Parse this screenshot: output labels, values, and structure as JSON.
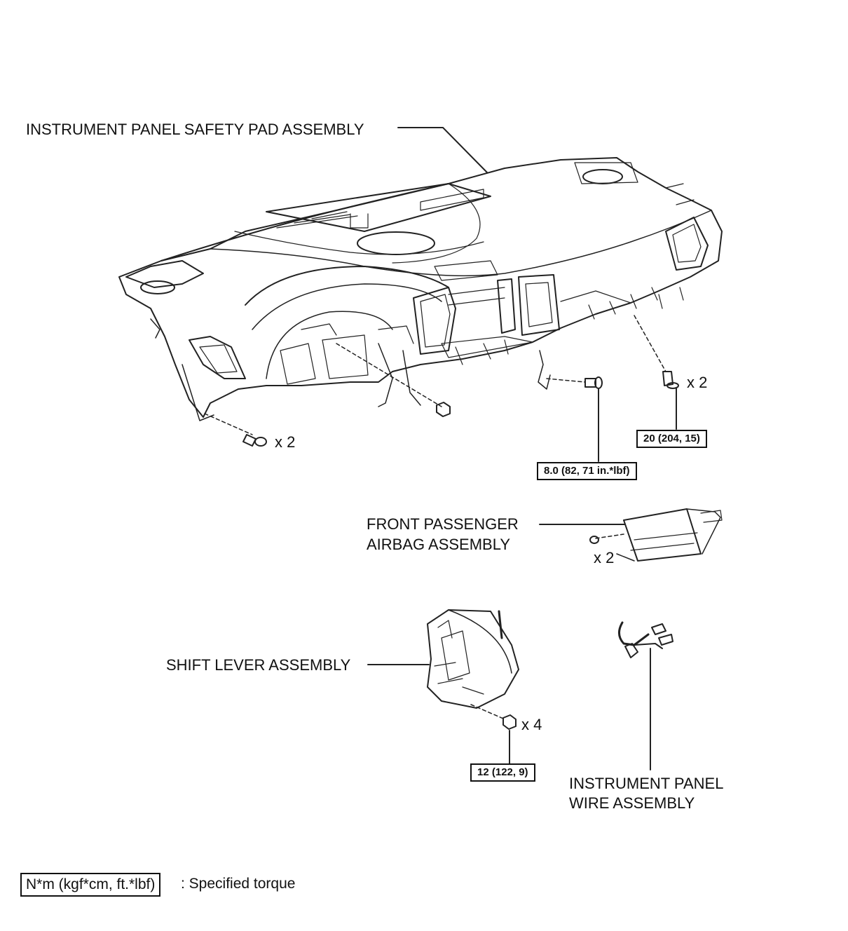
{
  "labels": {
    "safety_pad": "INSTRUMENT PANEL SAFETY PAD ASSEMBLY",
    "airbag_line1": "FRONT PASSENGER",
    "airbag_line2": "AIRBAG ASSEMBLY",
    "shift_lever": "SHIFT LEVER ASSEMBLY",
    "wire_line1": "INSTRUMENT PANEL",
    "wire_line2": "WIRE ASSEMBLY"
  },
  "quantities": {
    "left_bolt": "x 2",
    "right_bolt": "x 2",
    "airbag_bolt": "x 2",
    "shift_nut": "x 4"
  },
  "torques": {
    "right_bolt": "20 (204, 15)",
    "center_bolt": "8.0 (82, 71 in.*lbf)",
    "shift_nut": "12 (122, 9)"
  },
  "legend": {
    "unit_box": "N*m (kgf*cm, ft.*lbf)",
    "description": ": Specified torque"
  }
}
